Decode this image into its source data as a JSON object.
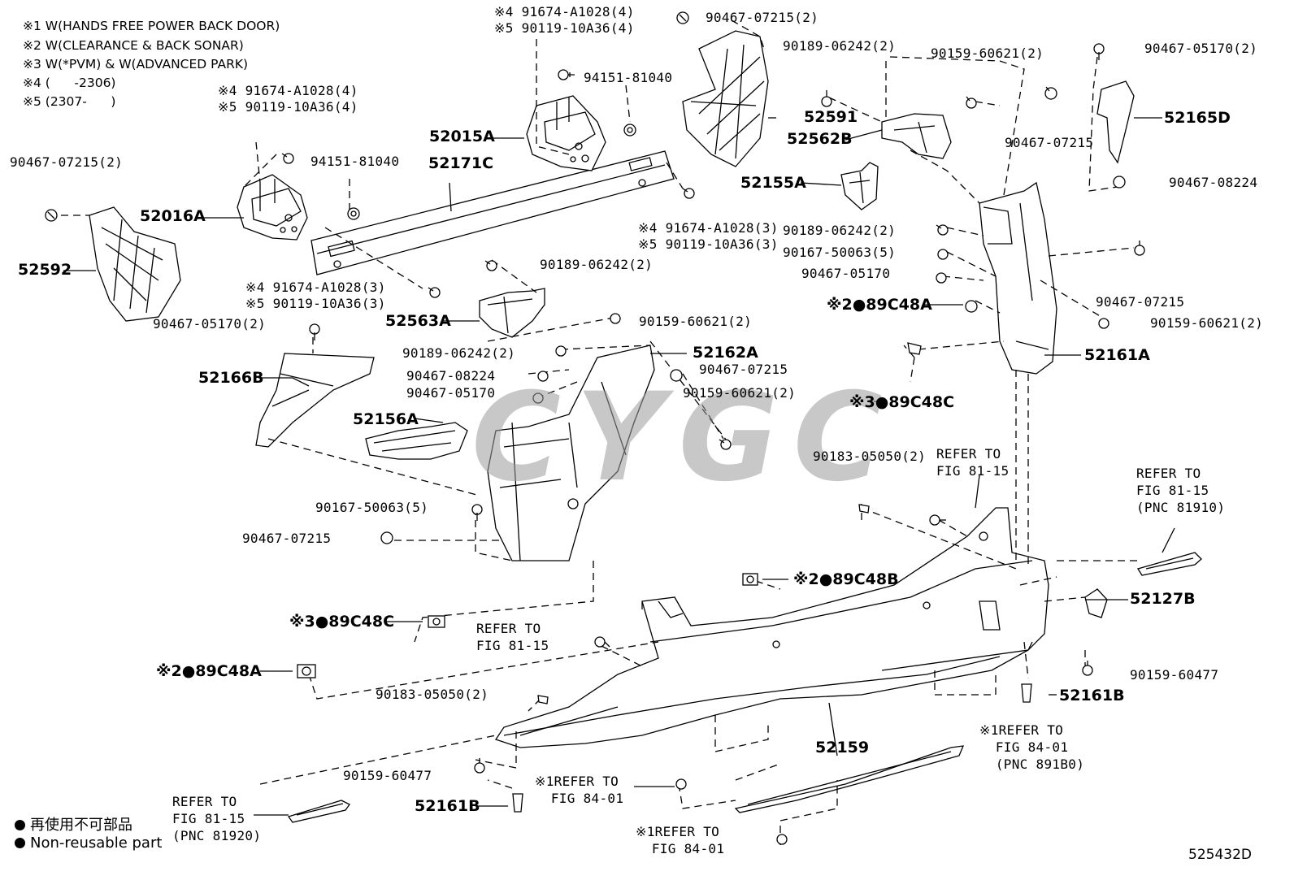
{
  "notes": [
    "※1 W(HANDS FREE POWER BACK DOOR)",
    "※2 W(CLEARANCE & BACK SONAR)",
    "※3 W(*PVM) & W(ADVANCED PARK)",
    "※4 (      -2306)",
    "※5 (2307-      )"
  ],
  "watermark": "CYGC",
  "legend": {
    "jp": "再使用不可部品",
    "en": "Non-reusable part"
  },
  "diagram_id": "525432D",
  "parts": {
    "p_a1_4": "※4 91674-A1028(4)",
    "p_a1_5": "※5 90119-10A36(4)",
    "p_a2_4": "※4 91674-A1028(4)",
    "p_a2_5": "※5 90119-10A36(4)",
    "p_a3_4": "※4 91674-A1028(3)",
    "p_a3_5": "※5 90119-10A36(3)",
    "p_a4_4": "※4 91674-A1028(3)",
    "p_a4_5": "※5 90119-10A36(3)",
    "p_94151_a": "94151-81040",
    "p_94151_b": "94151-81040",
    "p_52015A": "52015A",
    "p_52171C": "52171C",
    "p_52016A": "52016A",
    "p_52592": "52592",
    "p_52591": "52591",
    "p_52562B": "52562B",
    "p_52155A": "52155A",
    "p_52165D": "52165D",
    "p_52161A": "52161A",
    "p_52563A": "52563A",
    "p_52162A": "52162A",
    "p_52166B": "52166B",
    "p_52156A": "52156A",
    "p_52127B": "52127B",
    "p_52159": "52159",
    "p_52161B_r": "52161B",
    "p_52161B_l": "52161B",
    "p_90467_07215_2a": "90467-07215(2)",
    "p_90467_07215_2b": "90467-07215(2)",
    "p_90189_06242_2a": "90189-06242(2)",
    "p_90159_60621_2a": "90159-60621(2)",
    "p_90467_05170_2a": "90467-05170(2)",
    "p_90467_07215_a": "90467-07215",
    "p_90467_08224_a": "90467-08224",
    "p_90189_06242_2b": "90189-06242(2)",
    "p_90167_50063_5a": "90167-50063(5)",
    "p_90467_05170_a": "90467-05170",
    "p_90467_07215_b": "90467-07215",
    "p_90159_60621_2b": "90159-60621(2)",
    "p_90467_05170_2b": "90467-05170(2)",
    "p_90189_06242_2c": "90189-06242(2)",
    "p_90159_60621_2c": "90159-60621(2)",
    "p_90189_06242_2d": "90189-06242(2)",
    "p_90467_08224_b": "90467-08224",
    "p_90467_07215_c": "90467-07215",
    "p_90467_05170_b": "90467-05170",
    "p_90159_60621_2d": "90159-60621(2)",
    "p_90167_50063_5b": "90167-50063(5)",
    "p_90467_07215_d": "90467-07215",
    "p_90183_05050_2a": "90183-05050(2)",
    "p_90183_05050_2b": "90183-05050(2)",
    "p_90159_60477_a": "90159-60477",
    "p_90159_60477_b": "90159-60477",
    "s2_89C48A_r": "※2●89C48A",
    "s3_89C48C_r": "※3●89C48C",
    "s2_89C48B": "※2●89C48B",
    "s3_89C48C_l": "※3●89C48C",
    "s2_89C48A_l": "※2●89C48A"
  },
  "refs": {
    "r1": "REFER TO\nFIG 81-15",
    "r2": "REFER TO\nFIG 81-15\n(PNC 81910)",
    "r3": "REFER TO\nFIG 81-15",
    "r4": "REFER TO\nFIG 81-15\n(PNC 81920)",
    "r5": "※1REFER TO\n  FIG 84-01\n  (PNC 891B0)",
    "r6": "※1REFER TO\n  FIG 84-01",
    "r7": "※1REFER TO\n  FIG 84-01"
  }
}
